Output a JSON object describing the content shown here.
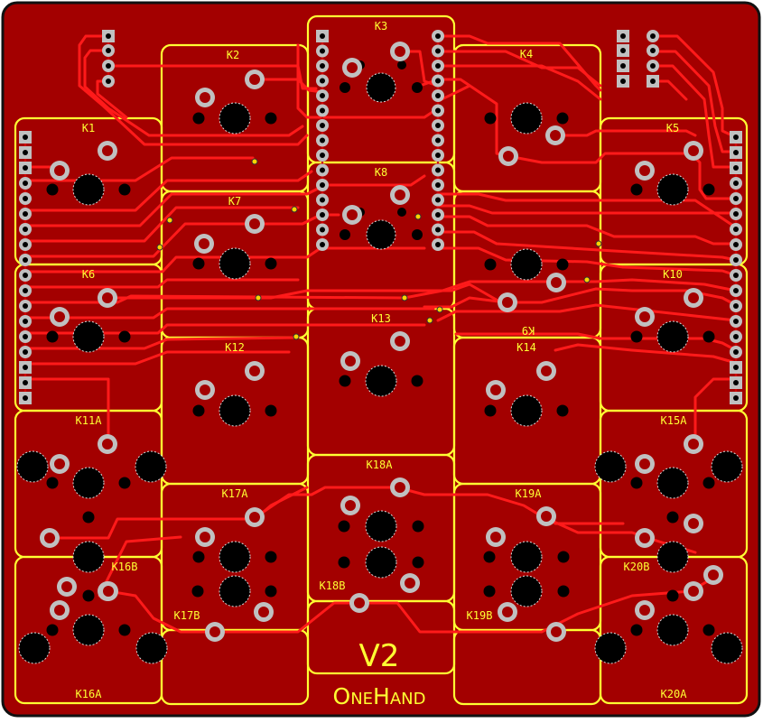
{
  "board": {
    "title": "V2",
    "brand": "OneHand",
    "colors": {
      "board": "#a30000",
      "outline": "#ffff33",
      "trace": "#ff1a1a",
      "trace_dark": "#d40000",
      "silk": "#ffff33",
      "pad": "#c0c0c0",
      "hole": "#000000"
    }
  },
  "switches": [
    {
      "label": "K1"
    },
    {
      "label": "K2"
    },
    {
      "label": "K3"
    },
    {
      "label": "K4"
    },
    {
      "label": "K5"
    },
    {
      "label": "K6"
    },
    {
      "label": "K7"
    },
    {
      "label": "K8"
    },
    {
      "label": "K9"
    },
    {
      "label": "K10"
    },
    {
      "label": "K11A"
    },
    {
      "label": "K12"
    },
    {
      "label": "K13"
    },
    {
      "label": "K14"
    },
    {
      "label": "K15A"
    },
    {
      "label": "K16A"
    },
    {
      "label": "K16B"
    },
    {
      "label": "K17A"
    },
    {
      "label": "K17B"
    },
    {
      "label": "K18A"
    },
    {
      "label": "K18B"
    },
    {
      "label": "K19A"
    },
    {
      "label": "K19B"
    },
    {
      "label": "K20A"
    },
    {
      "label": "K20B"
    }
  ]
}
